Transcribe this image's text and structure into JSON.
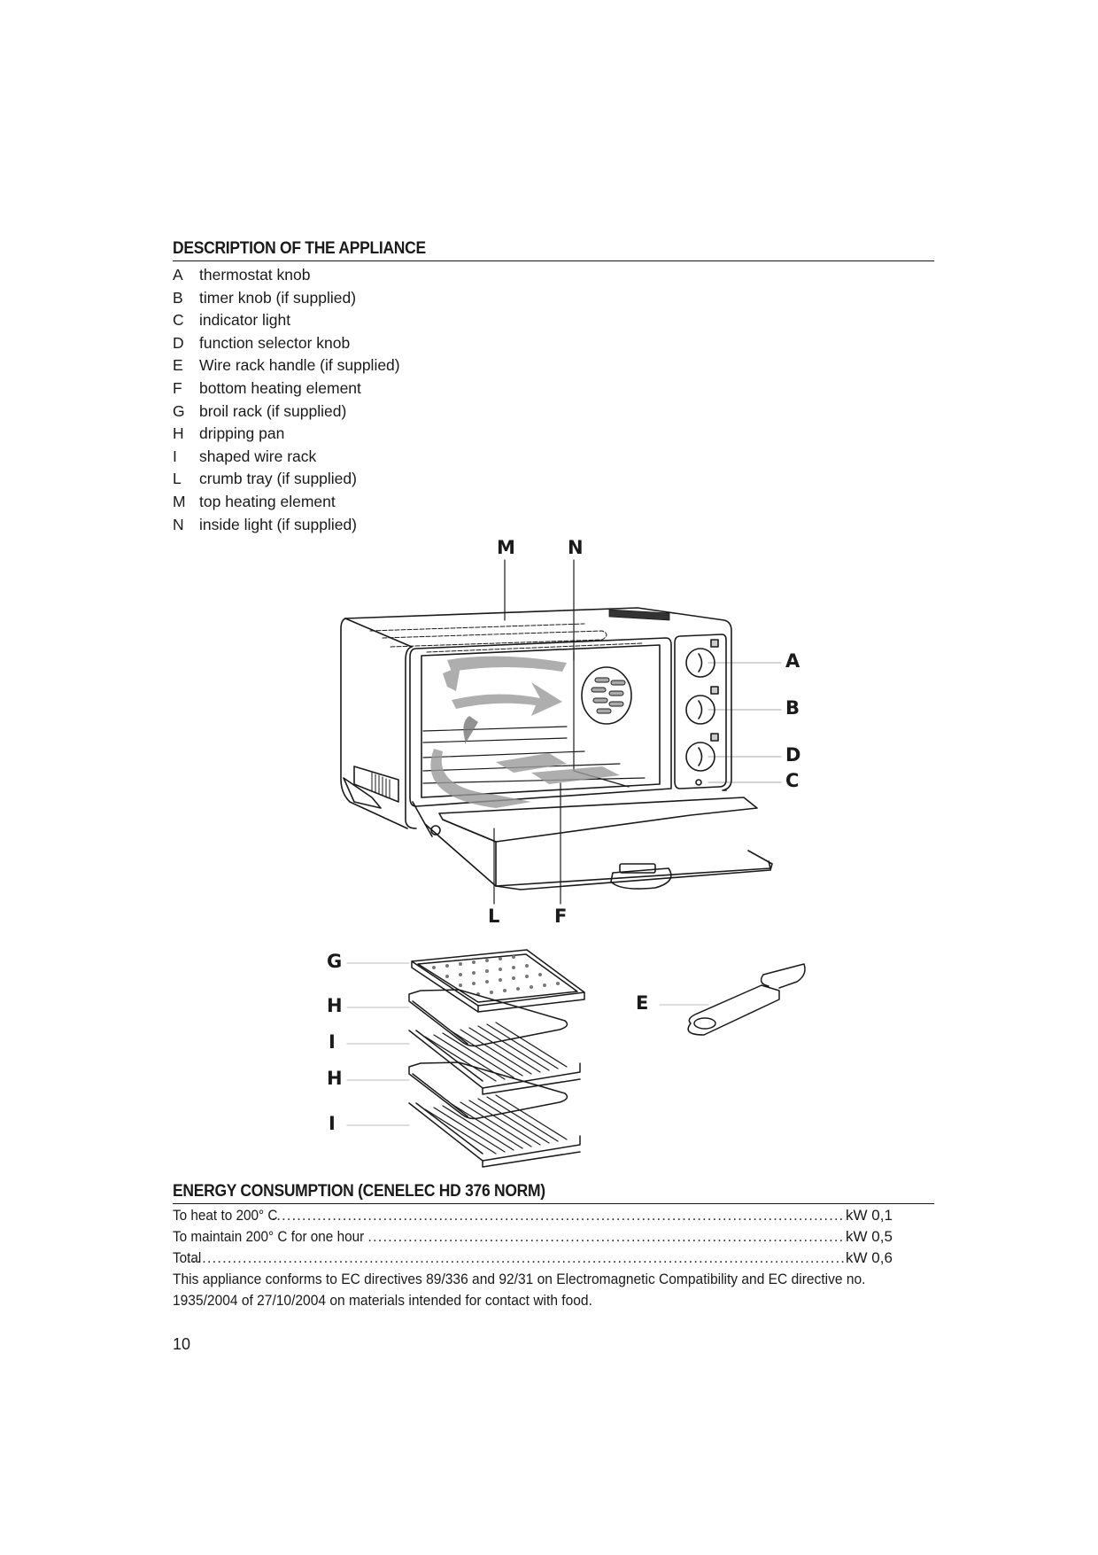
{
  "description": {
    "title": "DESCRIPTION OF THE APPLIANCE",
    "parts": [
      {
        "letter": "A",
        "label": "thermostat knob"
      },
      {
        "letter": "B",
        "label": "timer knob (if supplied)"
      },
      {
        "letter": "C",
        "label": "indicator light"
      },
      {
        "letter": "D",
        "label": "function selector knob"
      },
      {
        "letter": "E",
        "label": "Wire rack handle (if supplied)"
      },
      {
        "letter": "F",
        "label": "bottom heating element"
      },
      {
        "letter": "G",
        "label": "broil rack (if supplied)"
      },
      {
        "letter": "H",
        "label": "dripping pan"
      },
      {
        "letter": "I",
        "label": "shaped wire rack"
      },
      {
        "letter": "L",
        "label": "crumb tray (if supplied)"
      },
      {
        "letter": "M",
        "label": "top heating element"
      },
      {
        "letter": "N",
        "label": "inside light (if supplied)"
      }
    ]
  },
  "diagram": {
    "oven_callouts": {
      "M": "M",
      "N": "N",
      "A": "A",
      "B": "B",
      "D": "D",
      "C": "C",
      "L": "L",
      "F": "F"
    },
    "accessory_callouts": {
      "G": "G",
      "H1": "H",
      "I1": "I",
      "H2": "H",
      "I2": "I",
      "E": "E"
    }
  },
  "energy": {
    "title": "ENERGY CONSUMPTION (CENELEC HD 376 NORM)",
    "rows": [
      {
        "label": "To heat to 200° C",
        "value": "kW 0,1"
      },
      {
        "label": "To maintain 200° C for one hour",
        "value": "kW 0,5"
      },
      {
        "label": "Total",
        "value": "kW 0,6"
      }
    ],
    "dots": "...........................................................................................................................................",
    "conformity": "This appliance conforms to EC directives 89/336 and 92/31 on Electromagnetic Compatibility and EC directive no. 1935/2004 of 27/10/2004 on materials intended for contact with food."
  },
  "page": {
    "number": "10"
  }
}
